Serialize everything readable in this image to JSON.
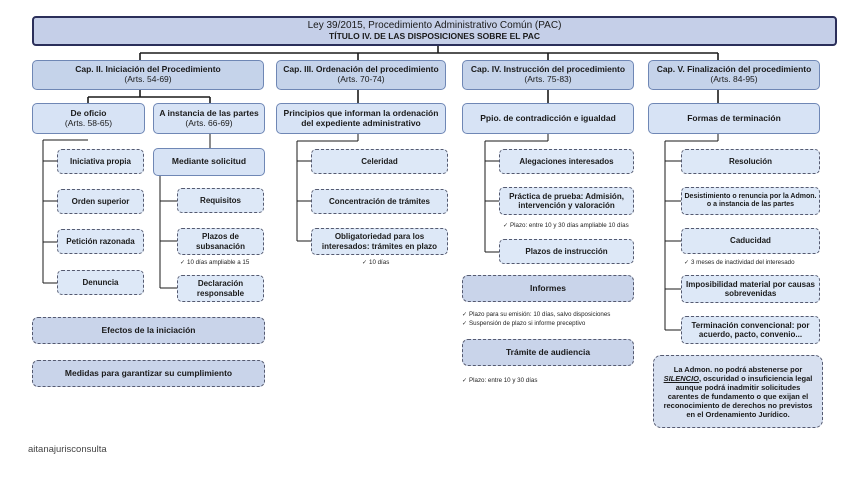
{
  "title": {
    "line1": "Ley 39/2015, Procedimiento Administrativo Común (PAC)",
    "line2": "TÍTULO IV. DE LAS DISPOSICIONES SOBRE EL PAC"
  },
  "chapters": [
    {
      "title": "Cap. II. Iniciación del Procedimiento",
      "arts": "(Arts. 54-69)"
    },
    {
      "title": "Cap. III. Ordenación del procedimiento",
      "arts": "(Arts. 70-74)"
    },
    {
      "title": "Cap. IV. Instrucción del procedimiento",
      "arts": "(Arts. 75-83)"
    },
    {
      "title": "Cap. V. Finalización del procedimiento",
      "arts": "(Arts. 84-95)"
    }
  ],
  "cap2": {
    "oficio": {
      "title": "De oficio",
      "arts": "(Arts. 58-65)"
    },
    "instancia": {
      "title": "A instancia de las partes",
      "arts": "(Arts. 66-69)"
    },
    "oficio_items": [
      "Iniciativa propia",
      "Orden superior",
      "Petición razonada",
      "Denuncia"
    ],
    "solicitud": "Mediante solicitud",
    "requisitos": "Requisitos",
    "plazos": "Plazos de subsanación",
    "plazos_note": "10 días ampliable a 15",
    "declaracion": "Declaración responsable",
    "efectos": "Efectos de la iniciación",
    "medidas": "Medidas para garantizar su cumplimiento"
  },
  "cap3": {
    "principios": "Principios que informan la ordenación del expediente administrativo",
    "items": [
      "Celeridad",
      "Concentración de trámites",
      "Obligatoriedad para los interesados: trámites en plazo"
    ],
    "note": "10 días"
  },
  "cap4": {
    "principio": "Ppio. de contradicción e igualdad",
    "alegaciones": "Alegaciones interesados",
    "practica": "Práctica de prueba: Admisión, intervención y valoración",
    "practica_note": "Plazo: entre 10 y 30 días ampliable 10 días",
    "plazos": "Plazos de instrucción",
    "informes": "Informes",
    "informes_notes": [
      "Plazo para su emisión: 10 días, salvo disposiciones",
      "Suspensión de plazo si informe preceptivo"
    ],
    "audiencia": "Trámite de audiencia",
    "audiencia_note": "Plazo: entre 10 y 30 días"
  },
  "cap5": {
    "formas": "Formas de terminación",
    "items": [
      "Resolución",
      "Desistimiento o renuncia por la Admon. o a instancia de las partes",
      "Caducidad",
      "Imposibilidad material por causas sobrevenidas",
      "Terminación convencional: por acuerdo, pacto, convenio..."
    ],
    "caducidad_note": "3 meses de inactividad del interesado",
    "final_note": {
      "a": "La Admon. no podrá abstenerse por",
      "silencio": "SILENCIO",
      "b": ", oscuridad o insuficiencia legal aunque podrá inadmitir solicitudes carentes de fundamento o que exijan el reconocimiento de derechos no previstos en el Ordenamiento Jurídico."
    }
  },
  "watermark": "aitanajurisconsulta"
}
